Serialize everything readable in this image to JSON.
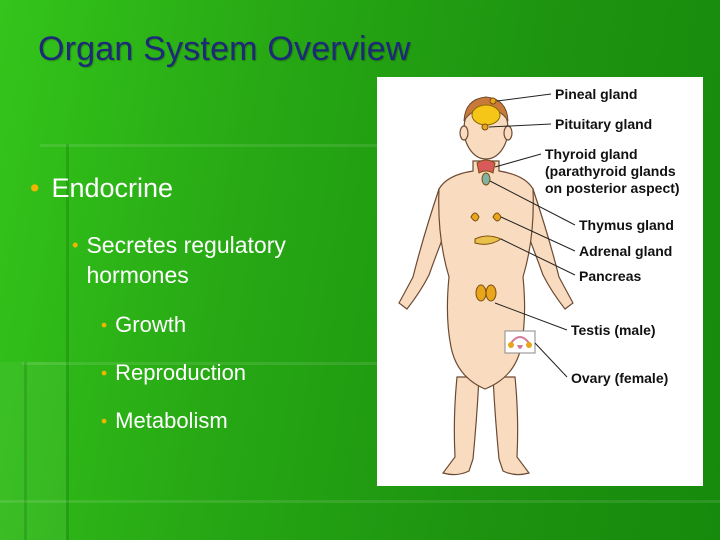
{
  "slide": {
    "title": "Organ System Overview",
    "bullets": {
      "level1": "Endocrine",
      "level2": [
        "Secretes regulatory",
        "hormones"
      ],
      "level3": [
        "Growth",
        "Reproduction",
        "Metabolism"
      ]
    }
  },
  "figure": {
    "labels": [
      "Pineal gland",
      "Pituitary gland",
      "Thyroid gland",
      "(parathyroid glands",
      "on posterior aspect)",
      "Thymus gland",
      "Adrenal gland",
      "Pancreas",
      "Testis (male)",
      "Ovary (female)"
    ]
  },
  "theme": {
    "background": "#27a814",
    "title_color": "#1d2a78",
    "bullet_color": "#f2b400",
    "text_color": "#ffffff",
    "skin_color": "#f9dcc0",
    "gland_color": "#e9a51c",
    "brain_color": "#f5c518"
  }
}
